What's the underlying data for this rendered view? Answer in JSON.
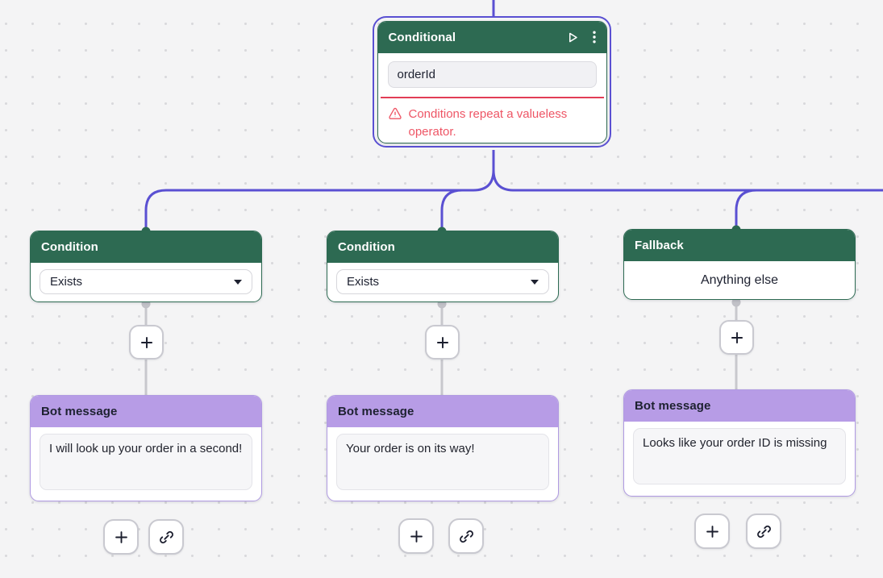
{
  "canvas": {
    "background_color": "#f4f4f5",
    "grid_dot_color": "#d9d9dc",
    "connection_color": "#5a50d2",
    "neutral_connection_color": "#c8c8cd"
  },
  "colors": {
    "condition_header_green": "#2d6a52",
    "bot_message_header_purple": "#b79ce6",
    "selection_outline_purple": "#5a50d2",
    "error_text": "#ee5565",
    "error_divider": "#e23d55",
    "text_dark": "#1d2130"
  },
  "conditional_node": {
    "title": "Conditional",
    "selected": true,
    "input_value": "orderId",
    "error_message": "Conditions repeat a valueless operator.",
    "header_icons": [
      "play-icon",
      "kebab-menu-icon"
    ]
  },
  "branches": [
    {
      "node_type": "condition",
      "title": "Condition",
      "operator_value": "Exists",
      "bot_message": {
        "title": "Bot message",
        "text": "I will look up your order in a second!"
      }
    },
    {
      "node_type": "condition",
      "title": "Condition",
      "operator_value": "Exists",
      "bot_message": {
        "title": "Bot message",
        "text": "Your order is on its way!"
      }
    },
    {
      "node_type": "fallback",
      "title": "Fallback",
      "body_text": "Anything else",
      "bot_message": {
        "title": "Bot message",
        "text": "Looks like your order ID is missing"
      }
    }
  ],
  "icons": {
    "between_nodes": "add-step-icon",
    "below_bot_message": [
      "add-step-icon",
      "link-icon"
    ],
    "error": "warning-triangle-icon",
    "dropdown": "caret-down-icon"
  }
}
